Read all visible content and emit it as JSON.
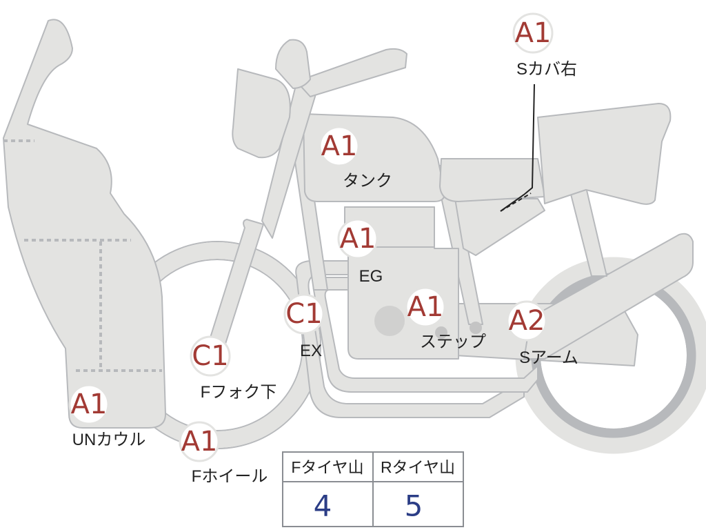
{
  "labels": {
    "scover_right": {
      "grade": "A1",
      "part": "Sカバ右"
    },
    "tank": {
      "grade": "A1",
      "part": "タンク"
    },
    "engine": {
      "grade": "A1",
      "part": "EG"
    },
    "exhaust": {
      "grade": "C1",
      "part": "EX"
    },
    "step": {
      "grade": "A1",
      "part": "ステップ"
    },
    "swing_arm": {
      "grade": "A2",
      "part": "Sアーム"
    },
    "front_fork_lower": {
      "grade": "C1",
      "part": "Fフォク下"
    },
    "under_cowl": {
      "grade": "A1",
      "part": "UNカウル"
    },
    "front_wheel": {
      "grade": "A1",
      "part": "Fホイール"
    }
  },
  "tire_table": {
    "front_header": "Fタイヤ山",
    "rear_header": "Rタイヤ山",
    "front_value": "4",
    "rear_value": "5"
  },
  "colors": {
    "body_fill": "#e3e3e1",
    "body_stroke": "#b7b9bc",
    "grade_text": "#a23a34",
    "value_text": "#2b3d86"
  }
}
